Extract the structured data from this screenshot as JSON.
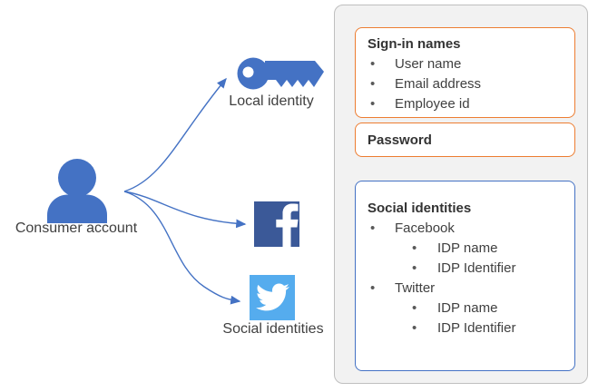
{
  "diagram": {
    "consumer_account_label": "Consumer account",
    "local_identity_label": "Local identity",
    "social_identities_label": "Social identities"
  },
  "panel": {
    "sign_in_box": {
      "title": "Sign-in names",
      "items": [
        "User name",
        "Email address",
        "Employee id"
      ]
    },
    "password_box": {
      "title": "Password"
    },
    "social_box": {
      "title": "Social identities",
      "providers": [
        {
          "name": "Facebook",
          "attributes": [
            "IDP name",
            "IDP Identifier"
          ]
        },
        {
          "name": "Twitter",
          "attributes": [
            "IDP name",
            "IDP Identifier"
          ]
        }
      ]
    }
  },
  "icons": {
    "consumer": "person-icon",
    "local_identity": "key-icon",
    "facebook_provider": "facebook-icon",
    "twitter_provider": "twitter-icon"
  },
  "colors": {
    "accent_blue": "#4472C4",
    "orange_border": "#ED7D31",
    "facebook_blue": "#3B5998",
    "twitter_blue": "#55ACEE",
    "panel_background": "#F2F2F2",
    "panel_border": "#BFBFBF",
    "title_text": "#333333",
    "body_text": "#404040"
  }
}
